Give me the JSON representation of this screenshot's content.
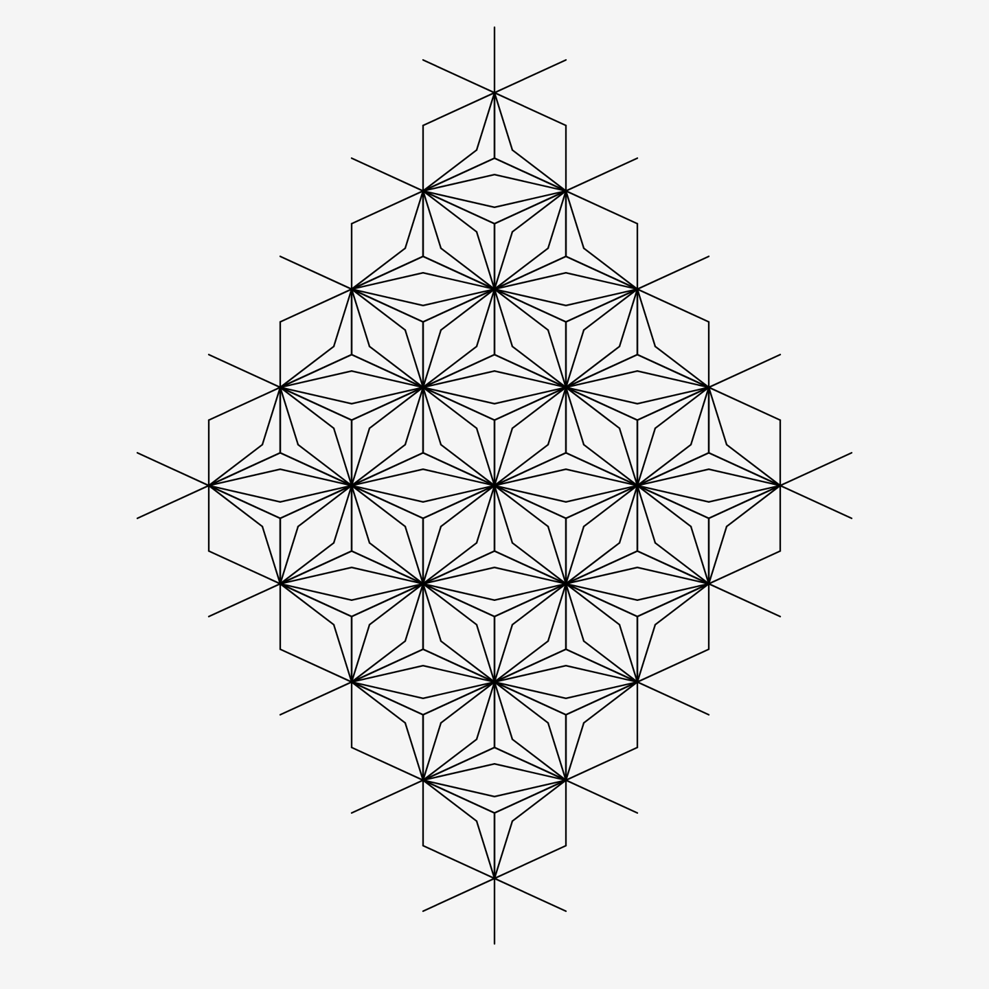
{
  "colors": {
    "background": "#f5f5f5",
    "stroke": "#000000"
  },
  "pattern": {
    "type": "asanoha",
    "shape": "rhombus",
    "rhombus_size_in_hexagons": 5
  }
}
